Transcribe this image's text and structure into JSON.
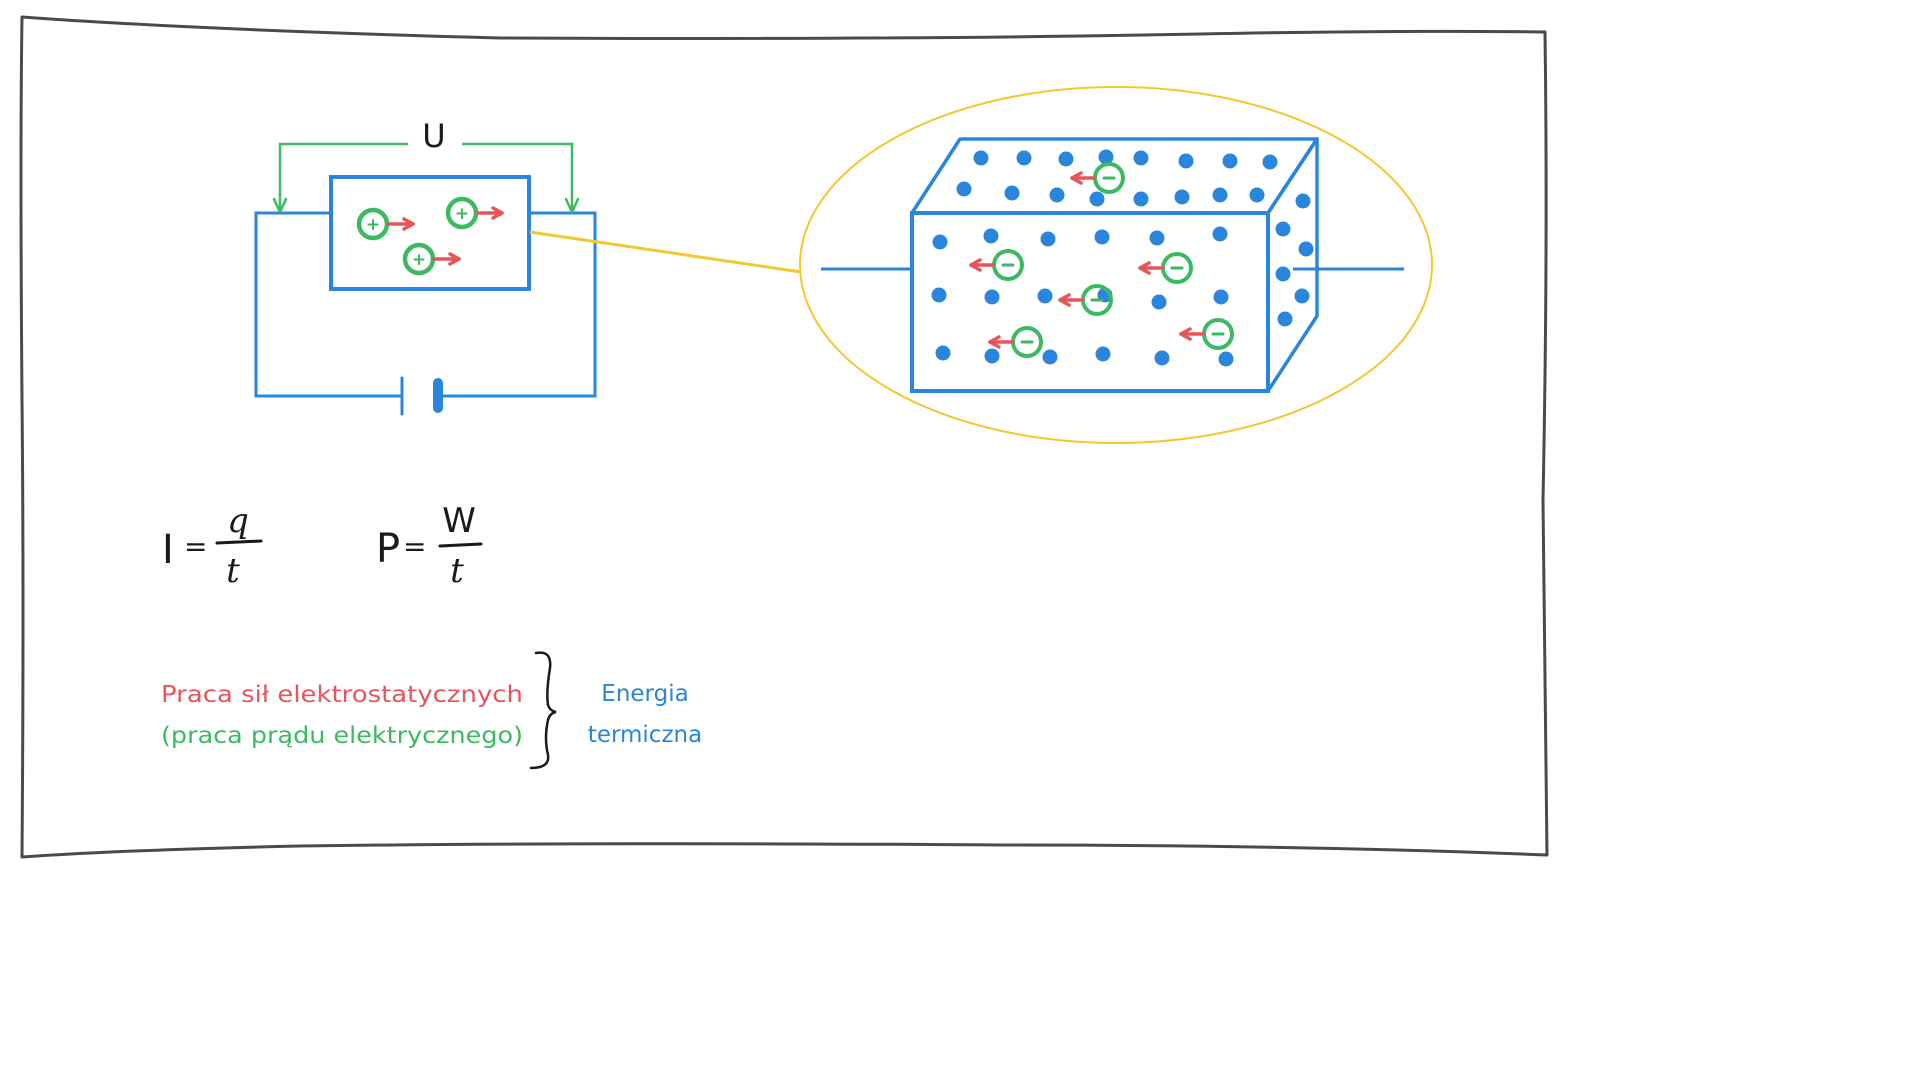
{
  "colors": {
    "wire": "#2a86dc",
    "voltage_line": "#3cba62",
    "charge": "#3cba62",
    "arrow": "#e5555a",
    "lattice_ion": "#2a86dc",
    "magnifier": "#f2c831",
    "paper_border": "#4a4a4a",
    "text_red": "#e5555a",
    "text_green": "#3cba62",
    "text_blue": "#2a86dc",
    "ink": "#1a1a1a"
  },
  "circuit": {
    "voltage_label": "U",
    "positive_charges": [
      {
        "sign": "+",
        "direction": "right"
      },
      {
        "sign": "+",
        "direction": "right"
      },
      {
        "sign": "+",
        "direction": "right"
      }
    ],
    "battery": "battery-symbol"
  },
  "zoom_view": {
    "electrons": [
      {
        "sign": "−",
        "direction": "left"
      },
      {
        "sign": "−",
        "direction": "left"
      },
      {
        "sign": "−",
        "direction": "left"
      },
      {
        "sign": "−",
        "direction": "left"
      },
      {
        "sign": "−",
        "direction": "left"
      },
      {
        "sign": "−",
        "direction": "left"
      }
    ]
  },
  "formulas": {
    "current": {
      "lhs": "I",
      "eq": "=",
      "numerator": "q",
      "denominator": "t"
    },
    "power": {
      "lhs": "P",
      "eq": "=",
      "numerator": "W",
      "denominator": "t"
    }
  },
  "energy_note": {
    "line1": "Praca sił elektrostatycznych",
    "line2": "(praca prądu elektrycznego)",
    "result_line1": "Energia",
    "result_line2": "termiczna"
  }
}
